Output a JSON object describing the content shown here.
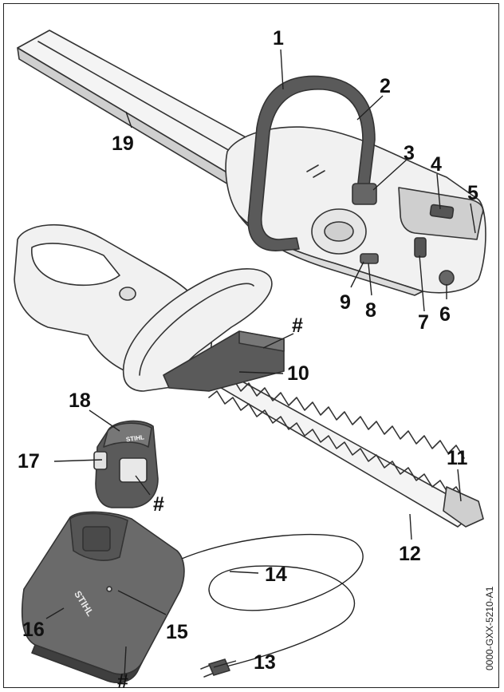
{
  "labels": {
    "l1": "1",
    "l2": "2",
    "l3": "3",
    "l4": "4",
    "l5": "5",
    "l6": "6",
    "l7": "7",
    "l8": "8",
    "l9": "9",
    "l10": "10",
    "l11": "11",
    "l12": "12",
    "l13": "13",
    "l14": "14",
    "l15": "15",
    "l16": "16",
    "l17": "17",
    "l18": "18",
    "l19": "19",
    "hash_10": "#",
    "hash_17": "#",
    "hash_16": "#"
  },
  "battery_brand": "STIHL",
  "charger_brand": "STIHL",
  "doc_code": "0000-GXX-5210-A1",
  "colors": {
    "line": "#333333",
    "handle_dark": "#5a5a5a",
    "body_light": "#f1f1f1",
    "shade": "#dcdcdc",
    "charger": "#6a6a6a"
  }
}
